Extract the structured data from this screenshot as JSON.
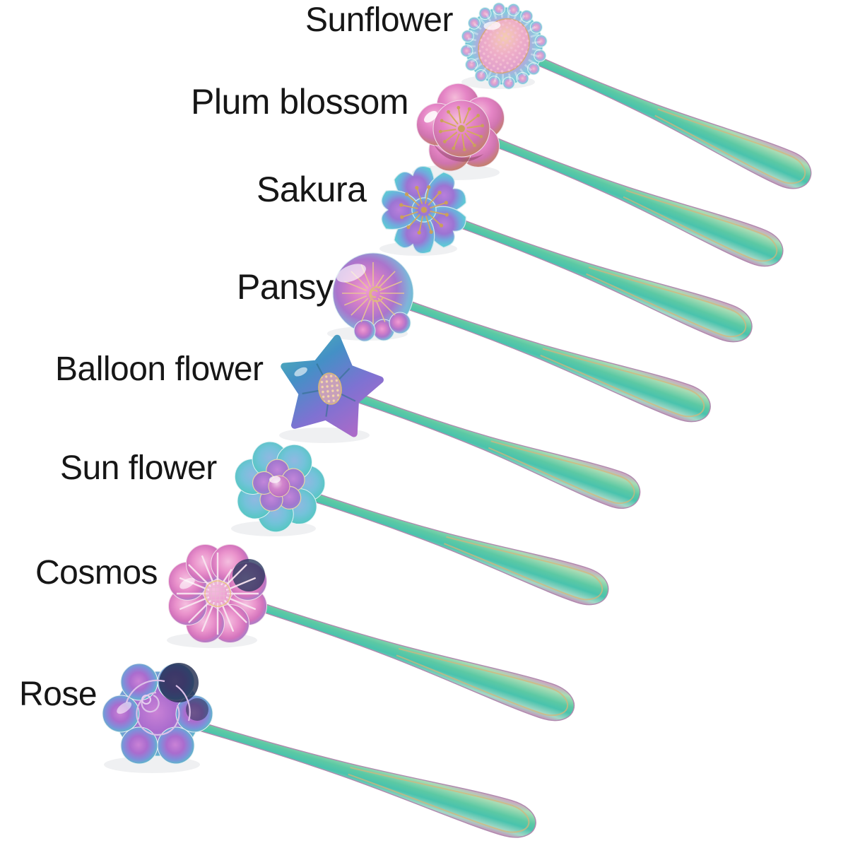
{
  "page": {
    "background": "#ffffff",
    "description": "Eight rainbow iridescent flower-shaped teaspoons arranged diagonally on white, each labeled with its flower design"
  },
  "spoons": [
    {
      "label": "Sunflower",
      "icon": "sunflower-spoon-icon"
    },
    {
      "label": "Plum blossom",
      "icon": "plum-blossom-spoon-icon"
    },
    {
      "label": "Sakura",
      "icon": "sakura-spoon-icon"
    },
    {
      "label": "Pansy",
      "icon": "pansy-spoon-icon"
    },
    {
      "label": "Balloon flower",
      "icon": "balloon-flower-spoon-icon"
    },
    {
      "label": "Sun flower",
      "icon": "sun-flower-spoon-icon"
    },
    {
      "label": "Cosmos",
      "icon": "cosmos-spoon-icon"
    },
    {
      "label": "Rose",
      "icon": "rose-spoon-icon"
    }
  ],
  "palette": {
    "label_text": "#161616",
    "handle_teal": "#4fc4ad",
    "handle_green": "#63cf9f",
    "handle_edge_pink": "#d29ec2",
    "engraving_gold": "#d8b478",
    "petal_magenta": "#e07cc0",
    "petal_purple": "#9a6ad0",
    "petal_teal": "#52c2bb",
    "petal_blue": "#4490c6",
    "petal_copper": "#aa6356",
    "dark_navy": "#27355c"
  }
}
